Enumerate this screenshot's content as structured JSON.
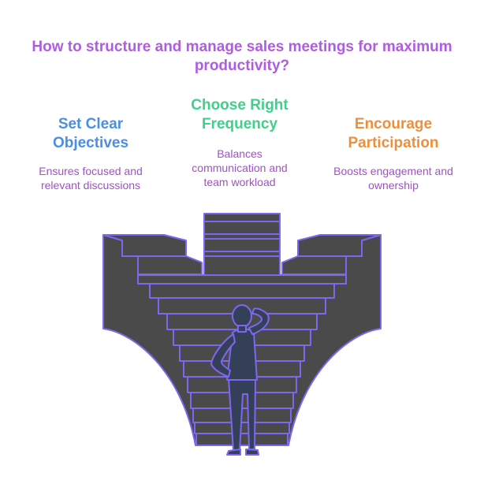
{
  "title": {
    "line1": "How to structure and manage sales meetings for maximum",
    "line2": "productivity?",
    "color": "#B05CE0"
  },
  "items": [
    {
      "heading_line1": "Set Clear",
      "heading_line2": "Objectives",
      "desc_line1": "Ensures focused and",
      "desc_line2": "relevant discussions",
      "desc_line3": "",
      "color": "#4A8FE7"
    },
    {
      "heading_line1": "Choose Right",
      "heading_line2": "Frequency",
      "desc_line1": "Balances",
      "desc_line2": "communication and",
      "desc_line3": "team workload",
      "color": "#3FD08A"
    },
    {
      "heading_line1": "Encourage",
      "heading_line2": "Participation",
      "desc_line1": "Boosts engagement and",
      "desc_line2": "ownership",
      "desc_line3": "",
      "color": "#F08E3A"
    }
  ],
  "colors": {
    "description": "#A24FCB",
    "outline": "#7D67F0",
    "stair_fill": "#4A4A4A",
    "person_fill": "#344058"
  },
  "illustration_icon": "person-at-stairs-icon"
}
